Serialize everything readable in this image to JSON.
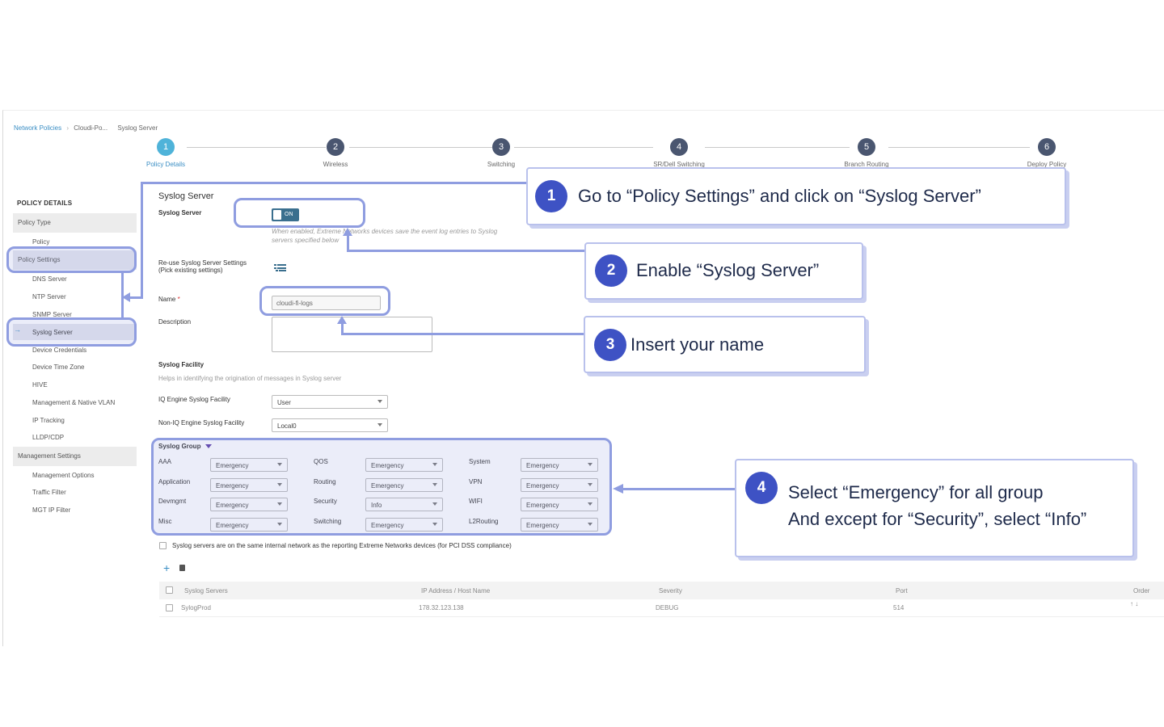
{
  "breadcrumb": {
    "root": "Network Policies",
    "sep": "›",
    "middle": "Cloudi-Po...",
    "current": "Syslog Server"
  },
  "steps": [
    {
      "num": "1",
      "label": "Policy Details",
      "active": true
    },
    {
      "num": "2",
      "label": "Wireless"
    },
    {
      "num": "3",
      "label": "Switching"
    },
    {
      "num": "4",
      "label": "SR/Dell Switching"
    },
    {
      "num": "5",
      "label": "Branch Routing"
    },
    {
      "num": "6",
      "label": "Deploy Policy"
    }
  ],
  "sidebar": {
    "header": "POLICY DETAILS",
    "policy_type": "Policy Type",
    "policy": "Policy",
    "policy_settings": "Policy Settings",
    "items": [
      "DNS Server",
      "NTP Server",
      "SNMP Server",
      "Syslog Server",
      "Device Credentials",
      "Device Time Zone",
      "HIVE",
      "Management & Native VLAN",
      "IP Tracking",
      "LLDP/CDP"
    ],
    "mgmt_settings": "Management Settings",
    "mgmt_items": [
      "Management Options",
      "Traffic Filter",
      "MGT IP Filter"
    ],
    "current_arrow": "→"
  },
  "form": {
    "title": "Syslog Server",
    "toggle_label": "Syslog Server",
    "toggle_state": "ON",
    "toggle_hint_1": "When enabled, Extreme Networks devices save the event log entries to Syslog",
    "toggle_hint_2": "servers specified below",
    "reuse_label_1": "Re-use Syslog Server Settings",
    "reuse_label_2": "(Pick existing settings)",
    "name_label": "Name",
    "required_mark": "*",
    "name_value": "cloudi-fi-logs",
    "description_label": "Description",
    "facility_title": "Syslog Facility",
    "facility_hint": "Helps in identifying the origination of messages in Syslog server",
    "iq_label": "IQ Engine Syslog Facility",
    "iq_value": "User",
    "noniq_label": "Non-IQ Engine Syslog Facility",
    "noniq_value": "Local0"
  },
  "syslog_group": {
    "title": "Syslog Group",
    "rows": [
      [
        {
          "label": "AAA",
          "value": "Emergency"
        },
        {
          "label": "QOS",
          "value": "Emergency"
        },
        {
          "label": "System",
          "value": "Emergency"
        }
      ],
      [
        {
          "label": "Application",
          "value": "Emergency"
        },
        {
          "label": "Routing",
          "value": "Emergency"
        },
        {
          "label": "VPN",
          "value": "Emergency"
        }
      ],
      [
        {
          "label": "Devmgmt",
          "value": "Emergency"
        },
        {
          "label": "Security",
          "value": "Info"
        },
        {
          "label": "WIFI",
          "value": "Emergency"
        }
      ],
      [
        {
          "label": "Misc",
          "value": "Emergency"
        },
        {
          "label": "Switching",
          "value": "Emergency"
        },
        {
          "label": "L2Routing",
          "value": "Emergency"
        }
      ]
    ]
  },
  "pci_text": "Syslog servers are on the same internal network as the reporting Extreme Networks devices (for PCI DSS compliance)",
  "toolbar": {
    "add": "+",
    "delete": "🗑"
  },
  "table": {
    "headers": [
      "Syslog Servers",
      "IP Address / Host Name",
      "Severity",
      "Port",
      "Order"
    ],
    "rows": [
      {
        "name": "SylogProd",
        "ip": "178.32.123.138",
        "severity": "DEBUG",
        "port": "514",
        "order": "↑ ↓"
      }
    ]
  },
  "callouts": [
    {
      "num": "1",
      "text": "Go to “Policy Settings” and click on “Syslog Server”"
    },
    {
      "num": "2",
      "text": "Enable “Syslog Server”"
    },
    {
      "num": "3",
      "text": "Insert your name"
    },
    {
      "num": "4",
      "line1": "Select “Emergency” for all group",
      "line2": "And except for “Security”, select “Info”"
    }
  ],
  "colors": {
    "accent": "#3e52c4",
    "highlight": "#8f9de0",
    "step_active": "#4fb3d9",
    "step_dark": "#4a5670",
    "toggle": "#3a6f8e"
  }
}
